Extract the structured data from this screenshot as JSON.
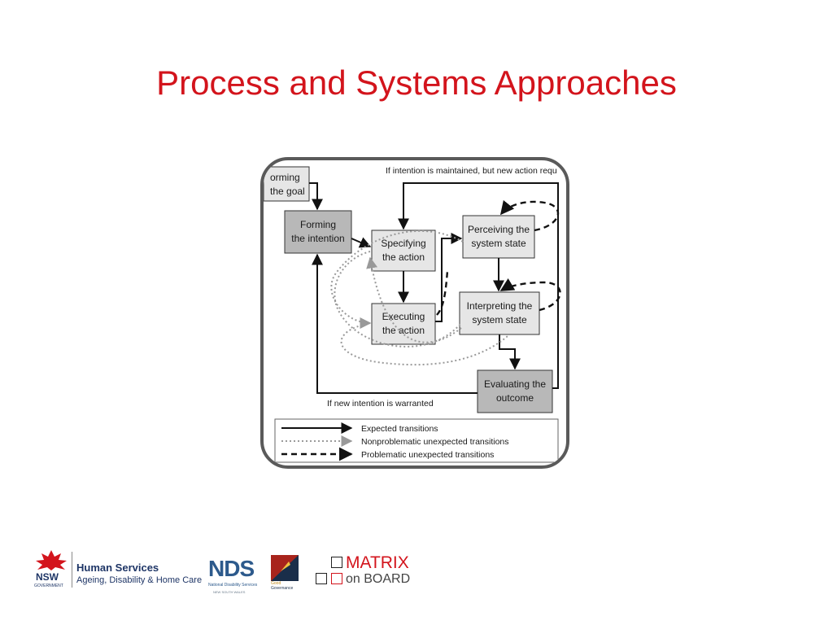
{
  "slide": {
    "title": "Process and Systems Approaches"
  },
  "diagram": {
    "nodes": {
      "forming_goal": [
        "orming",
        "the goal"
      ],
      "forming_intention": [
        "Forming",
        "the intention"
      ],
      "specifying": [
        "Specifying",
        "the action"
      ],
      "executing": [
        "Executing",
        "the action"
      ],
      "perceiving": [
        "Perceiving the",
        "system state"
      ],
      "interpreting": [
        "Interpreting the",
        "system state"
      ],
      "evaluating": [
        "Evaluating the",
        "outcome"
      ]
    },
    "top_note": "If intention is maintained, but new action requ",
    "bottom_note": "If new intention is warranted",
    "legend": {
      "expected": "Expected transitions",
      "nonproblematic": "Nonproblematic unexpected transitions",
      "problematic": "Problematic unexpected transitions"
    }
  },
  "footer": {
    "nsw": {
      "mark": "NSW",
      "sub": "GOVERNMENT",
      "title": "Human Services",
      "subtitle": "Ageing, Disability & Home Care"
    },
    "nds": {
      "mark": "NDS",
      "line1": "National Disability Services",
      "line2": "NEW SOUTH WALES"
    },
    "governance": {
      "line1": "Good",
      "line2": "Governance"
    },
    "matrix": {
      "line1": "MATRIX",
      "line2": "on BOARD"
    }
  },
  "colors": {
    "title": "#d3141c",
    "frame": "#5a5a5a",
    "nsw_blue": "#1e3566",
    "matrix_red": "#d3141c"
  }
}
